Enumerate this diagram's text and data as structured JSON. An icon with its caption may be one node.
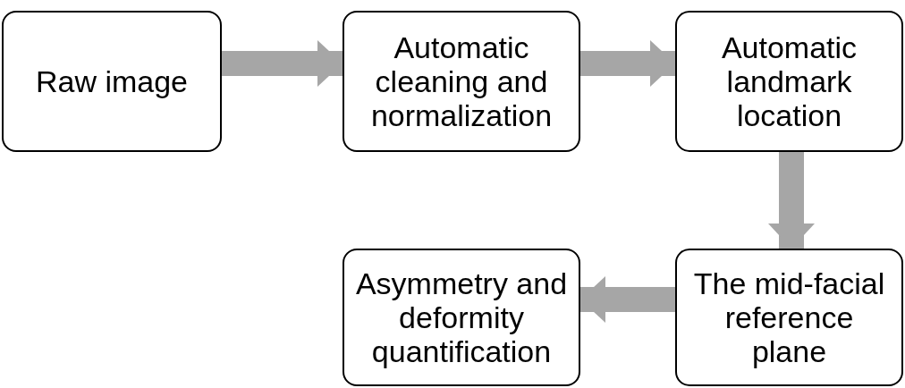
{
  "diagram": {
    "nodes": [
      {
        "text": [
          "Raw image"
        ]
      },
      {
        "text": [
          "Automatic cleaning and normalization"
        ]
      },
      {
        "text": [
          "Automatic landmark location"
        ]
      },
      {
        "text": [
          "The mid-facial reference plane"
        ]
      },
      {
        "text": [
          "Asymmetry and deformity quantification"
        ]
      }
    ],
    "edges": [
      {
        "from": 0,
        "to": 1,
        "arrow": "to"
      },
      {
        "from": 1,
        "to": 2,
        "arrow": "to"
      },
      {
        "from": 2,
        "to": 3,
        "arrow": "to"
      },
      {
        "from": 3,
        "to": 4,
        "arrow": "to"
      }
    ]
  }
}
